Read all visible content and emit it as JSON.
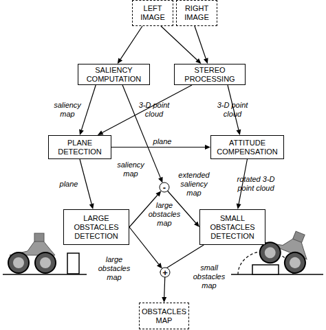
{
  "diagram": {
    "nodes": [
      {
        "text": [
          "LEFT IMAGE"
        ]
      },
      {
        "text": [
          "RIGHT IMAGE"
        ]
      },
      {
        "text": [
          "SALIENCY COMPUTATION"
        ]
      },
      {
        "text": [
          "STEREO PROCESSING"
        ]
      },
      {
        "text": [
          "PLANE DETECTION"
        ]
      },
      {
        "text": [
          "ATTITUDE COMPENSATION"
        ]
      },
      {
        "text": [
          "-"
        ]
      },
      {
        "text": [
          "LARGE OBSTACLES DETECTION"
        ]
      },
      {
        "text": [
          "SMALL OBSTACLES DETECTION"
        ]
      },
      {
        "text": [
          "+"
        ]
      },
      {
        "text": [
          "OBSTACLES MAP"
        ]
      }
    ],
    "edges": [
      {
        "from": 0,
        "to": 2,
        "arrow": "to"
      },
      {
        "from": 0,
        "to": 3,
        "arrow": "to"
      },
      {
        "from": 1,
        "to": 3,
        "arrow": "to"
      },
      {
        "from": 2,
        "to": 4,
        "label": "saliency map",
        "arrow": "to"
      },
      {
        "from": 2,
        "to": 6,
        "label": "saliency map",
        "arrow": "to"
      },
      {
        "from": 3,
        "to": 4,
        "label": "3-D point cloud",
        "arrow": "to"
      },
      {
        "from": 3,
        "to": 5,
        "label": "3-D point cloud",
        "arrow": "to"
      },
      {
        "from": 4,
        "to": 5,
        "label": "plane",
        "arrow": "to"
      },
      {
        "from": 4,
        "to": 7,
        "label": "plane",
        "arrow": "to"
      },
      {
        "from": 7,
        "to": 6,
        "label": "large obstacles map",
        "arrow": "to"
      },
      {
        "from": 6,
        "to": 8,
        "label": "extended saliency map",
        "arrow": "to"
      },
      {
        "from": 5,
        "to": 8,
        "label": "rotated 3-D point cloud",
        "arrow": "to"
      },
      {
        "from": 7,
        "to": 9,
        "label": "large obstacles map",
        "arrow": "to"
      },
      {
        "from": 8,
        "to": 9,
        "label": "small obstacles map",
        "arrow": "to"
      },
      {
        "from": 9,
        "to": 10,
        "arrow": "to"
      }
    ]
  }
}
